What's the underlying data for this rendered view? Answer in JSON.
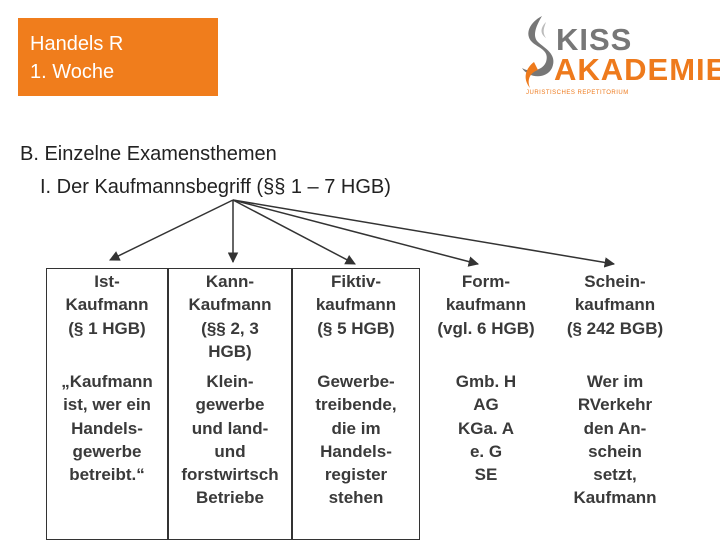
{
  "slide": {
    "badge": {
      "line1": "Handels R",
      "line2": "1. Woche"
    },
    "logo": {
      "line1": "KISS",
      "line2": "AKADEMIE",
      "tagline": "JURISTISCHES REPETITORIUM",
      "icon": "flame-s-logo-icon"
    },
    "section_title": "B. Einzelne Examensthemen",
    "subsection_title": "I.  Der Kaufmannsbegriff (§§ 1 – 7 HGB)",
    "columns": [
      {
        "head": "Ist-\nKaufmann\n(§ 1 HGB)",
        "body": "„Kaufmann\nist, wer ein\nHandels-\ngewerbe\nbetreibt.“"
      },
      {
        "head": "Kann-\nKaufmann\n(§§ 2, 3\nHGB)",
        "body": "Klein-\ngewerbe\nund land-\nund\nforstwirtsch\nBetriebe"
      },
      {
        "head": "Fiktiv-\nkaufmann\n(§ 5 HGB)",
        "body": "Gewerbe-\ntreibende,\ndie im\nHandels-\nregister\nstehen"
      },
      {
        "head": "Form-\nkaufmann\n(vgl. 6 HGB)",
        "body": "Gmb. H\nAG\nKGa. A\ne. G\nSE"
      },
      {
        "head": "Schein-\nkaufmann\n(§ 242 BGB)",
        "body": "Wer im\nRVerkehr\nden An-\nschein\nsetzt,\nKaufmann"
      }
    ],
    "colors": {
      "accent": "#f07d1c",
      "text": "#222222",
      "lines": "#333333",
      "logo_gray": "#777777"
    }
  }
}
